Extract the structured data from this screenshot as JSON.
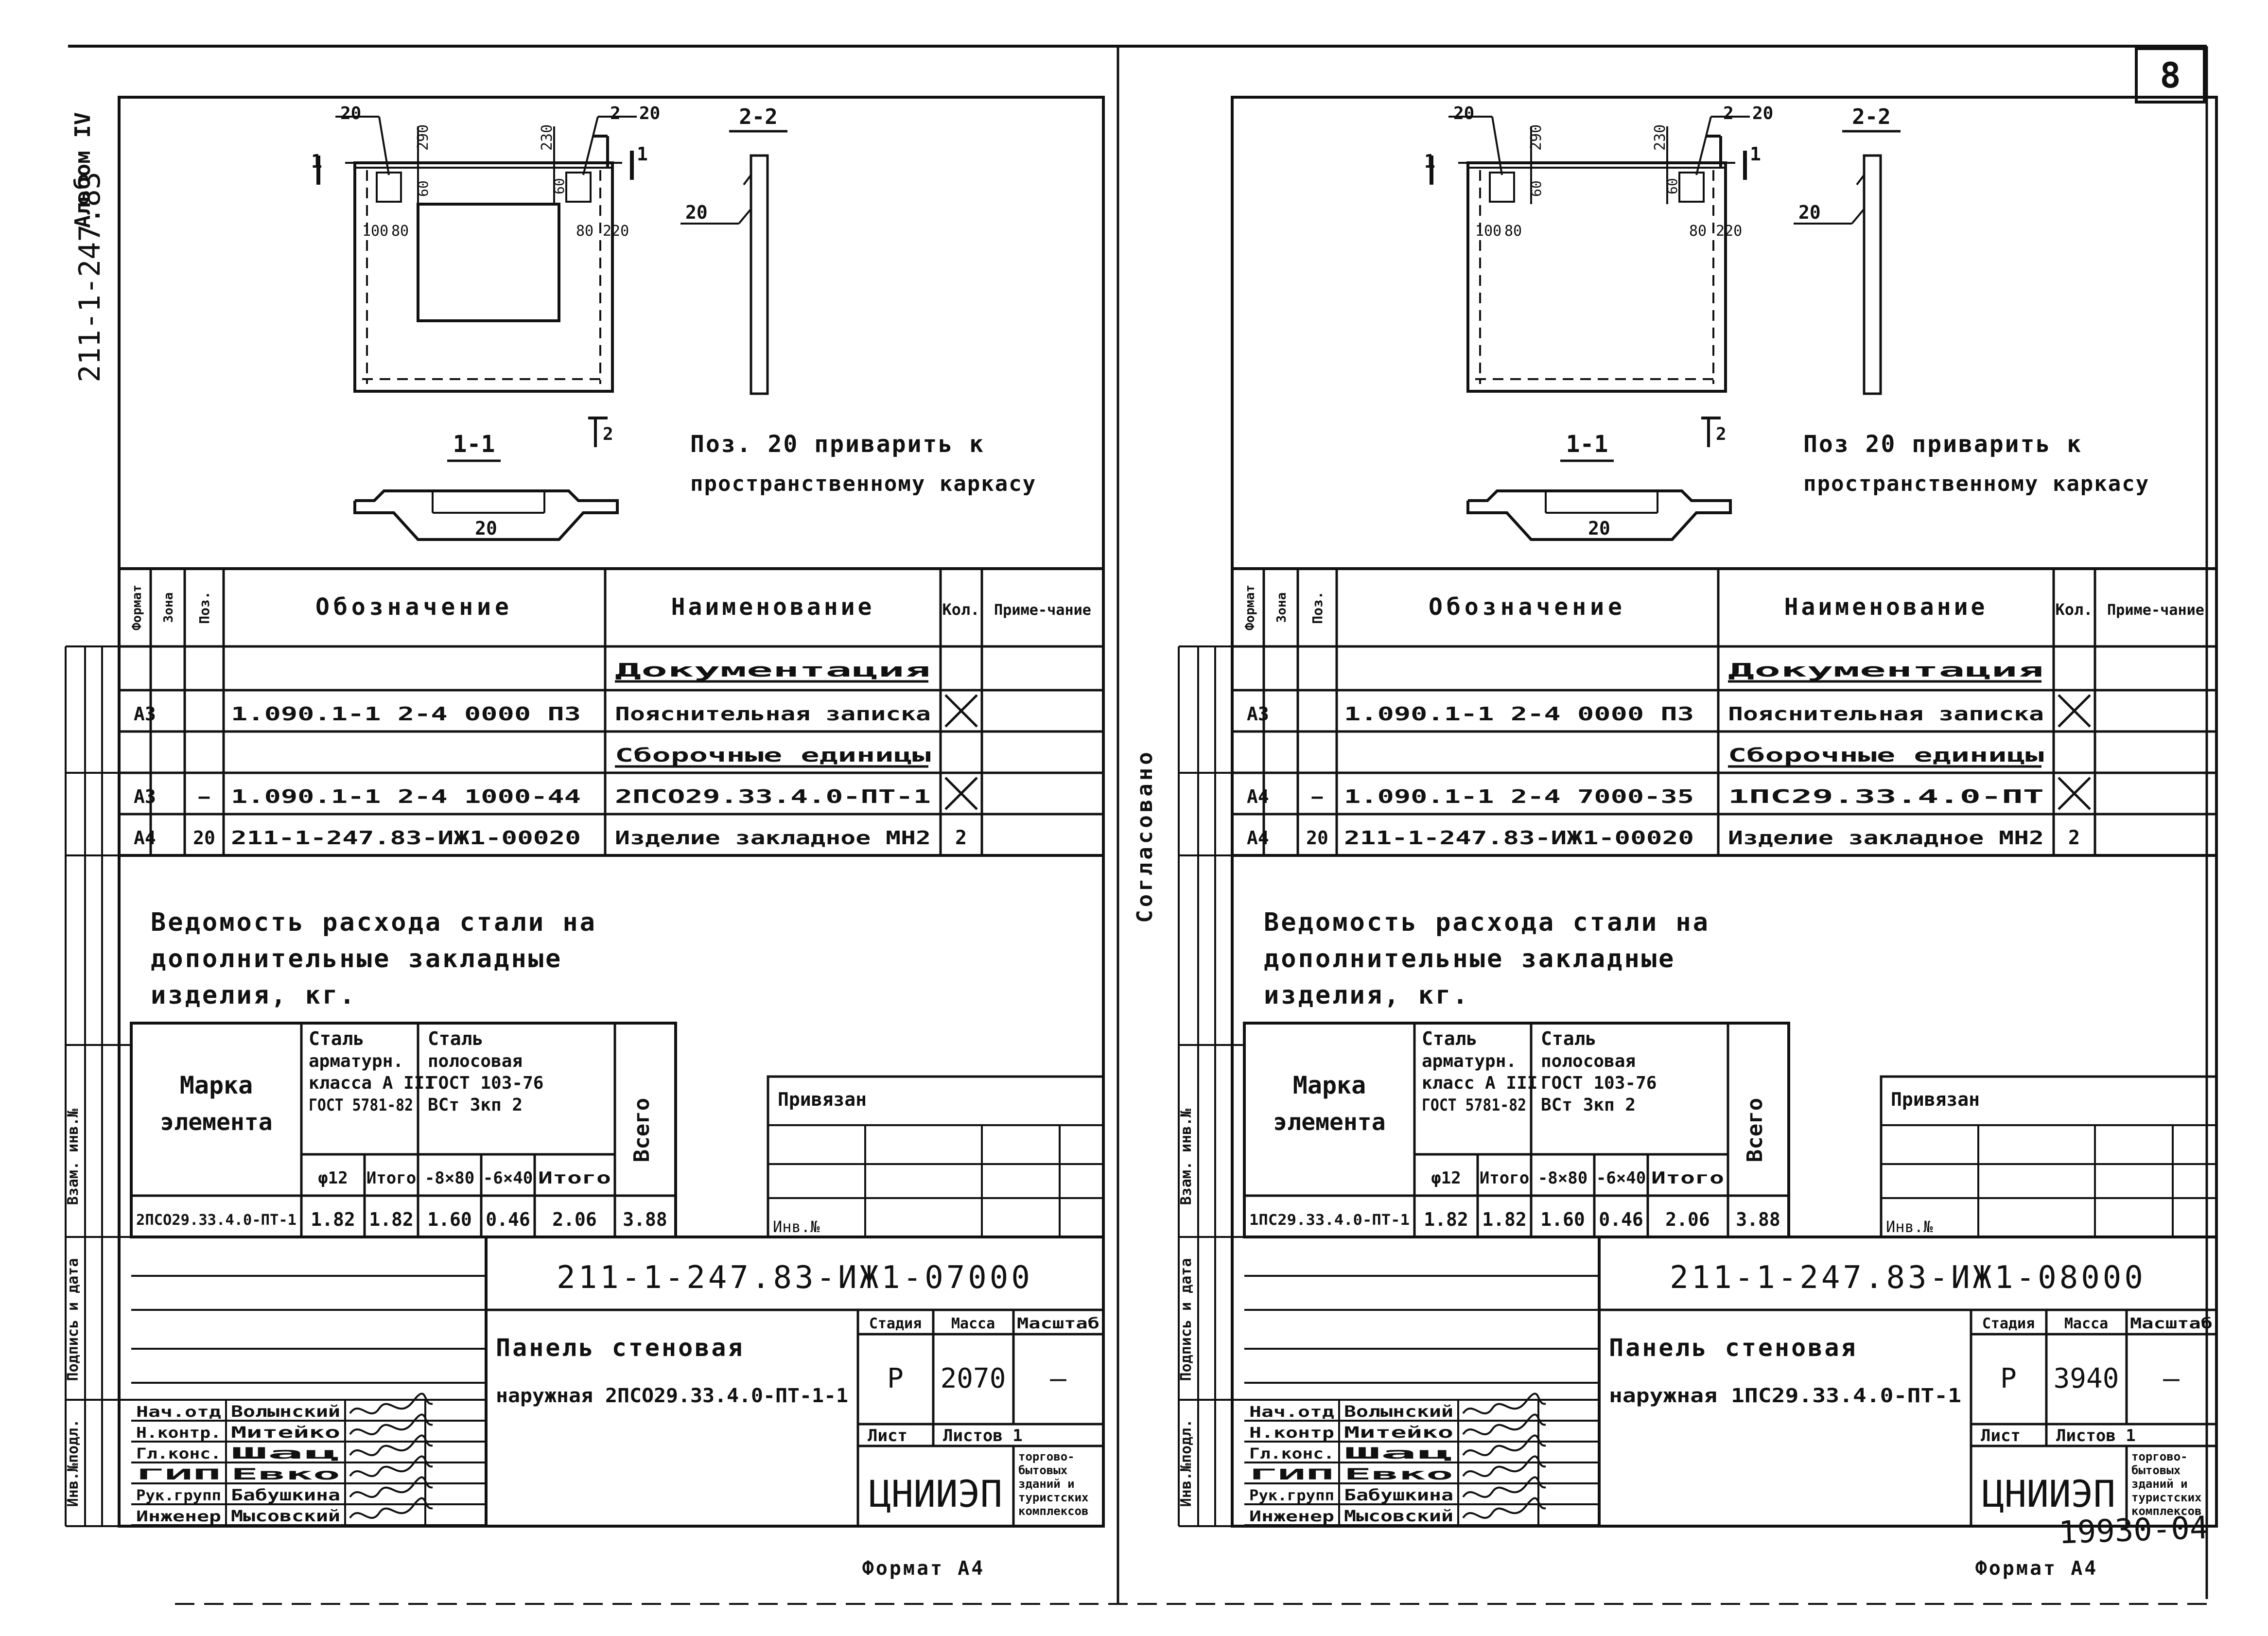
{
  "album": {
    "label": "Альбом IV",
    "code": "211-1-247.83"
  },
  "sheet_number": "8",
  "handwritten_number": "19930-04",
  "agreed_label": "Согласовано",
  "left_strip": [
    "Взам. инв.№",
    "Подпись и дата",
    "Инв.№подл."
  ],
  "sheets": [
    {
      "drawing": {
        "labels": {
          "dim20a": "20",
          "dim290": "290",
          "dim230": "230",
          "dim2a": "2",
          "dim20b": "20",
          "sec11": "1",
          "sec12": "1",
          "sec22": "2-2",
          "dim60a": "60",
          "dim60b": "60",
          "dim100": "100",
          "dim80": "80",
          "dim80b": "80",
          "dim220": "220",
          "pos20a": "20",
          "sec2b": "2",
          "sec_1_1": "1-1",
          "pos20b": "20"
        },
        "note1": "Поз. 20 приварить к",
        "note2": "пространственному каркасу"
      },
      "spec": {
        "headers": {
          "format": "Формат",
          "zone": "Зона",
          "pos": "Поз.",
          "designation": "Обозначение",
          "name": "Наименование",
          "qty": "Кол.",
          "note": "Приме-чание"
        },
        "rows": [
          {
            "format": "",
            "pos": "",
            "designation": "",
            "name": "Документация",
            "qty": "",
            "section": true
          },
          {
            "format": "А3",
            "pos": "",
            "designation": "1.090.1-1   2-4   0000 ПЗ",
            "name": "Пояснительная записка",
            "qty": "",
            "cross": true
          },
          {
            "format": "",
            "pos": "",
            "designation": "",
            "name": "Сборочные единицы",
            "qty": "",
            "section": true
          },
          {
            "format": "А3",
            "pos": "—",
            "designation": "1.090.1-1   2-4   1000-44",
            "name": "2ПСО29.33.4.0-ПТ-1",
            "qty": "",
            "cross": true
          },
          {
            "format": "А4",
            "pos": "20",
            "designation": "211-1-247.83-ИЖ1-00020",
            "name": "Изделие закладное МН2",
            "qty": "2"
          }
        ]
      },
      "steel": {
        "title1": "Ведомость расхода стали на",
        "title2": "дополнительные закладные",
        "title3": "изделия, кг.",
        "mark_header1": "Марка",
        "mark_header2": "элемента",
        "group1_1": "Сталь",
        "group1_2": "арматурн.",
        "group1_3": "класса А III",
        "group1_4": "ГОСТ 5781-82",
        "group2_1": "Сталь",
        "group2_2": "полосовая",
        "group2_3": "ГОСТ 103-76",
        "group2_4": "ВСт 3кп 2",
        "total_header": "Всего",
        "sub": [
          "φ12",
          "Итого",
          "-8×80",
          "-6×40",
          "Итого"
        ],
        "row": {
          "mark": "2ПСО29.33.4.0-ПТ-1",
          "v1": "1.82",
          "v2": "1.82",
          "v3": "1.60",
          "v4": "0.46",
          "v5": "2.06",
          "total": "3.88"
        }
      },
      "privyazan": "Привязан",
      "inv": "Инв.№",
      "stamp": {
        "code": "211-1-247.83-ИЖ1-07000",
        "title1": "Панель стеновая",
        "title2": "наружная 2ПСО29.33.4.0-ПТ-1-1",
        "stage_label": "Стадия",
        "mass_label": "Масса",
        "scale_label": "Масштаб",
        "stage": "Р",
        "mass": "2070",
        "scale": "—",
        "sheet_label": "Лист",
        "sheets_label": "Листов 1",
        "org": "ЦНИИЭП",
        "org_sub": [
          "торгово-",
          "бытовых",
          "зданий и",
          "туристских",
          "комплексов"
        ],
        "roles": [
          {
            "role": "Нач.отд",
            "name": "Волынский"
          },
          {
            "role": "Н.контр.",
            "name": "Митейко"
          },
          {
            "role": "Гл.конс.",
            "name": "Шац"
          },
          {
            "role": "ГИП",
            "name": "Евко"
          },
          {
            "role": "Рук.групп",
            "name": "Бабушкина"
          },
          {
            "role": "Инженер",
            "name": "Мысовский"
          }
        ]
      },
      "format": "Формат А4"
    },
    {
      "drawing": {
        "labels": {
          "dim20a": "20",
          "dim290": "290",
          "dim230": "230",
          "dim2a": "2",
          "dim20b": "20",
          "sec11": "1",
          "sec12": "1",
          "sec22": "2-2",
          "dim60a": "60",
          "dim60b": "60",
          "dim100": "100",
          "dim80": "80",
          "dim80b": "80",
          "dim220": "220",
          "pos20a": "20",
          "sec2b": "2",
          "sec_1_1": "1-1",
          "pos20b": "20"
        },
        "note1": "Поз 20 приварить к",
        "note2": "пространственному каркасу"
      },
      "spec": {
        "headers": {
          "format": "Формат",
          "zone": "Зона",
          "pos": "Поз.",
          "designation": "Обозначение",
          "name": "Наименование",
          "qty": "Кол.",
          "note": "Приме-чание"
        },
        "rows": [
          {
            "format": "",
            "pos": "",
            "designation": "",
            "name": "Документация",
            "qty": "",
            "section": true
          },
          {
            "format": "А3",
            "pos": "",
            "designation": "1.090.1-1   2-4   0000 ПЗ",
            "name": "Пояснительная записка",
            "qty": "",
            "cross": true
          },
          {
            "format": "",
            "pos": "",
            "designation": "",
            "name": "Сборочные единицы",
            "qty": "",
            "section": true
          },
          {
            "format": "А4",
            "pos": "—",
            "designation": "1.090.1-1   2-4   7000-35",
            "name": "1ПС29.33.4.0-ПТ",
            "qty": "",
            "cross": true
          },
          {
            "format": "А4",
            "pos": "20",
            "designation": "211-1-247.83-ИЖ1-00020",
            "name": "Изделие закладное МН2",
            "qty": "2"
          }
        ]
      },
      "steel": {
        "title1": "Ведомость расхода стали на",
        "title2": "дополнительные закладные",
        "title3": "изделия, кг.",
        "mark_header1": "Марка",
        "mark_header2": "элемента",
        "group1_1": "Сталь",
        "group1_2": "арматурн.",
        "group1_3": "класс А III",
        "group1_4": "ГОСТ 5781-82",
        "group2_1": "Сталь",
        "group2_2": "полосовая",
        "group2_3": "ГОСТ 103-76",
        "group2_4": "ВСт 3кп 2",
        "total_header": "Всего",
        "sub": [
          "φ12",
          "Итого",
          "-8×80",
          "-6×40",
          "Итого"
        ],
        "row": {
          "mark": "1ПС29.33.4.0-ПТ-1",
          "v1": "1.82",
          "v2": "1.82",
          "v3": "1.60",
          "v4": "0.46",
          "v5": "2.06",
          "total": "3.88"
        }
      },
      "privyazan": "Привязан",
      "inv": "Инв.№",
      "stamp": {
        "code": "211-1-247.83-ИЖ1-08000",
        "title1": "Панель стеновая",
        "title2": "наружная 1ПС29.33.4.0-ПТ-1",
        "stage_label": "Стадия",
        "mass_label": "Масса",
        "scale_label": "Масштаб",
        "stage": "Р",
        "mass": "3940",
        "scale": "—",
        "sheet_label": "Лист",
        "sheets_label": "Листов 1",
        "org": "ЦНИИЭП",
        "org_sub": [
          "торгово-",
          "бытовых",
          "зданий и",
          "туристских",
          "комплексов"
        ],
        "roles": [
          {
            "role": "Нач.отд",
            "name": "Волынский"
          },
          {
            "role": "Н.контр",
            "name": "Митейко"
          },
          {
            "role": "Гл.конс.",
            "name": "Шац"
          },
          {
            "role": "ГИП",
            "name": "Евко"
          },
          {
            "role": "Рук.групп",
            "name": "Бабушкина"
          },
          {
            "role": "Инженер",
            "name": "Мысовский"
          }
        ]
      },
      "format": "Формат А4"
    }
  ]
}
